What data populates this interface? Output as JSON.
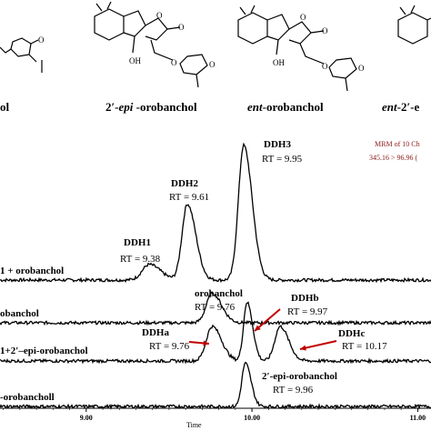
{
  "structures": [
    {
      "name": "ol",
      "italic_prefix": "",
      "suffix": ""
    },
    {
      "name": "2′-",
      "italic_prefix": "epi",
      "suffix": " -orobanchol"
    },
    {
      "name": "",
      "italic_prefix": "ent",
      "suffix": "-orobanchol"
    },
    {
      "name": "",
      "italic_prefix": "ent",
      "suffix": "-2′-e"
    }
  ],
  "mrm": {
    "line1": "MRM of 10 Ch",
    "line2": "345.16 > 96.96 ("
  },
  "chart_data": {
    "type": "line",
    "xlabel": "Time",
    "xticks": [
      "9.00",
      "10.00",
      "11.00"
    ],
    "tick_values": [
      9.0,
      10.0,
      11.0
    ],
    "xlim": [
      8.48,
      11.08
    ],
    "series": [
      {
        "name": "1 + orobanchol",
        "baseline": 0,
        "peaks": [
          {
            "label": "DDH1",
            "rt_text": "RT = 9.38",
            "rt": 9.38,
            "height": 0.09,
            "width": 0.06
          },
          {
            "label": "DDH2",
            "rt_text": "RT = 9.61",
            "rt": 9.61,
            "height": 0.44,
            "width": 0.045
          },
          {
            "label": "DDH3",
            "rt_text": "RT = 9.95",
            "rt": 9.95,
            "height": 0.78,
            "width": 0.045
          }
        ]
      },
      {
        "name": "obanchol",
        "baseline": 0,
        "peaks": [
          {
            "label": "orobanchol",
            "rt_text": "RT = 9.76",
            "rt": 9.76,
            "height": 0.17,
            "width": 0.05
          }
        ]
      },
      {
        "name": "1+2′–epi-orobanchol",
        "baseline": 0,
        "peaks": [
          {
            "label": "DDHa",
            "rt_text": "RT = 9.76",
            "rt": 9.76,
            "height": 0.2,
            "width": 0.05
          },
          {
            "label": "DDHb",
            "rt_text": "RT = 9.97",
            "rt": 9.97,
            "height": 0.34,
            "width": 0.03
          },
          {
            "label": "DDHc",
            "rt_text": "RT = 10.17",
            "rt": 10.17,
            "height": 0.2,
            "width": 0.045
          }
        ]
      },
      {
        "name": "-orobancholl",
        "baseline": 0,
        "peaks": [
          {
            "label": "2′-epi-orobanchol",
            "rt_text": "RT = 9.96",
            "rt": 9.96,
            "height": 0.25,
            "width": 0.03
          }
        ]
      }
    ]
  }
}
